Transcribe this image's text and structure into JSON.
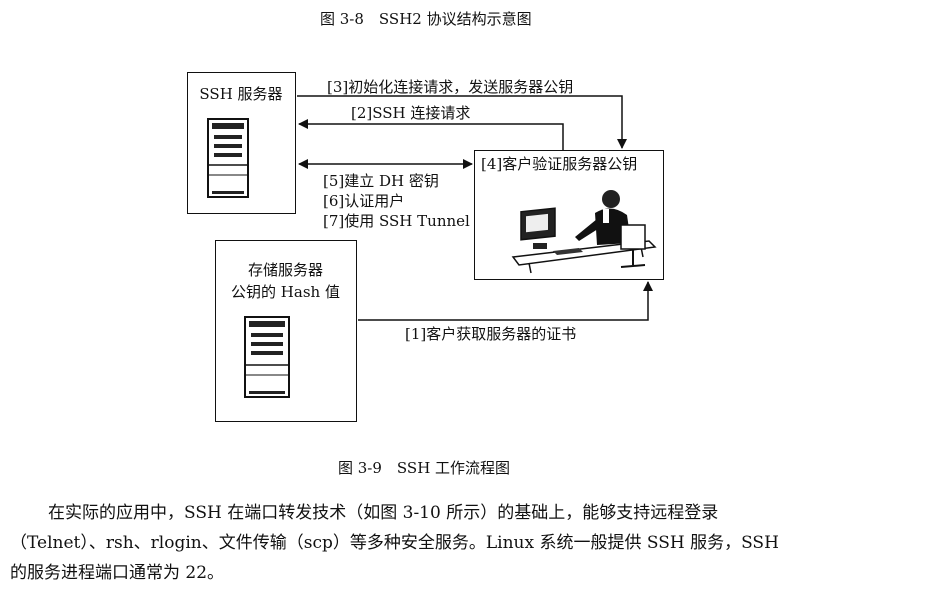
{
  "fig38_caption": "图 3-8　SSH2 协议结构示意图",
  "diagram": {
    "server_box_label": "SSH 服务器",
    "client_box_label": "[4]客户验证服务器公钥",
    "hash_box_label_line1": "存储服务器",
    "hash_box_label_line2": "公钥的 Hash 值",
    "arrow_labels": {
      "step3": "[3]初始化连接请求，发送服务器公钥",
      "step2": "[2]SSH 连接请求",
      "step5": "[5]建立 DH 密钥",
      "step6": "[6]认证用户",
      "step7": "[7]使用 SSH Tunnel",
      "step1": "[1]客户获取服务器的证书"
    }
  },
  "fig39_caption": "图 3-9　SSH 工作流程图",
  "paragraph_lines": [
    "在实际的应用中，SSH 在端口转发技术（如图 3-10 所示）的基础上，能够支持远程登录",
    "（Telnet）、rsh、rlogin、文件传输（scp）等多种安全服务。Linux 系统一般提供 SSH 服务，SSH",
    "的服务进程端口通常为 22。"
  ]
}
